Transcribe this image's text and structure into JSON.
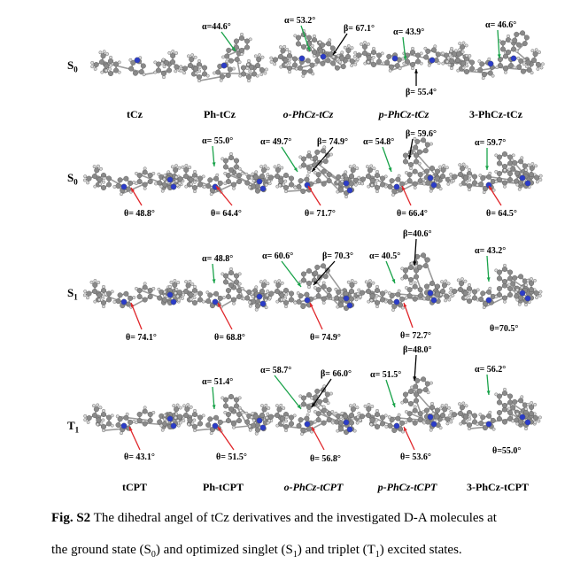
{
  "row_labels": [
    "S",
    "S",
    "S",
    "T"
  ],
  "row_label_subs": [
    "0",
    "0",
    "1",
    "1"
  ],
  "top_names": [
    "tCz",
    "Ph-tCz",
    "o-PhCz-tCz",
    "p-PhCz-tCz",
    "3-PhCz-tCz"
  ],
  "bottom_names": [
    "tCPT",
    "Ph-tCPT",
    "o-PhCz-tCPT",
    "p-PhCz-tCPT",
    "3-PhCz-tCPT"
  ],
  "annotations": {
    "r0": [
      "α=44.6°",
      "α= 53.2°",
      "β= 67.1°",
      "α= 43.9°",
      "β= 55.4°",
      "α= 46.6°"
    ],
    "r1": [
      "α= 55.0°",
      "α= 49.7°",
      "β= 74.9°",
      "α= 54.8°",
      "β= 59.6°",
      "α= 59.7°",
      "θ= 48.8°",
      "θ= 64.4°",
      "θ= 71.7°",
      "θ= 66.4°",
      "θ= 64.5°"
    ],
    "r2": [
      "α= 48.8°",
      "α= 60.6°",
      "β= 70.3°",
      "α= 40.5°",
      "β=40.6°",
      "α= 43.2°",
      "θ= 74.1°",
      "θ= 68.8°",
      "θ= 74.9°",
      "θ= 72.7°",
      "θ=70.5°"
    ],
    "r3": [
      "α= 51.4°",
      "α= 58.7°",
      "β= 66.0°",
      "α= 51.5°",
      "β=48.0°",
      "α= 56.2°",
      "θ= 43.1°",
      "θ= 51.5°",
      "θ= 56.8°",
      "θ= 53.6°",
      "θ=55.0°"
    ]
  },
  "caption": {
    "label": "Fig. S2",
    "line1": " The dihedral angel of tCz derivatives and the investigated D-A molecules at",
    "line2a": "the ground state (S",
    "sub_a": "0",
    "line2b": ") and optimized singlet (S",
    "sub_b": "1",
    "line2c": ") and triplet (T",
    "sub_c": "1",
    "line2d": ") excited states."
  },
  "colors": {
    "green_arrow": "#1aa34a",
    "red_arrow": "#e0262a",
    "black_arrow": "#000000",
    "atom_c": "#8a8a8a",
    "atom_n": "#2b3cc8",
    "atom_h": "#d8d8d8"
  },
  "atom_positions": [
    [
      [
        [
          0.0,
          0.0,
          0
        ],
        [
          0.05,
          -0.07,
          0
        ],
        [
          0.11,
          -0.02,
          0
        ],
        [
          0.17,
          -0.09,
          0
        ],
        [
          0.24,
          -0.04,
          0
        ],
        [
          0.3,
          -0.1,
          0
        ],
        [
          0.36,
          -0.04,
          0
        ],
        [
          0.42,
          -0.08,
          0
        ],
        [
          0.48,
          -0.02,
          0
        ],
        [
          0.53,
          -0.08,
          0
        ],
        [
          0.59,
          -0.03,
          0
        ],
        [
          0.65,
          -0.09,
          0
        ],
        [
          0.71,
          -0.03,
          0
        ],
        [
          0.77,
          -0.07,
          0
        ],
        [
          0.83,
          -0.01,
          0
        ],
        [
          0.89,
          -0.06,
          0
        ],
        [
          0.95,
          0.0,
          0
        ],
        [
          1.0,
          -0.05,
          0
        ],
        [
          0.47,
          -0.16,
          1
        ],
        [
          0.27,
          0.05,
          0
        ],
        [
          0.68,
          0.06,
          0
        ],
        [
          0.22,
          0.12,
          0
        ],
        [
          0.75,
          0.14,
          0
        ]
      ]
    ]
  ]
}
